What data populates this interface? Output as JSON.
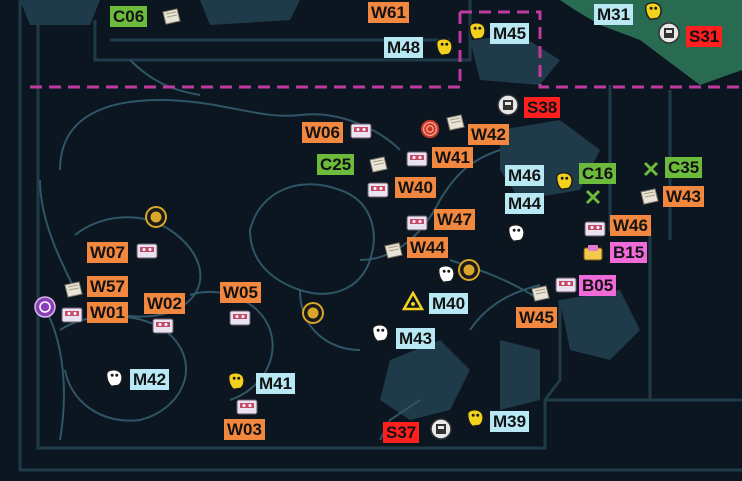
{
  "colors": {
    "background": "#0b1620",
    "wall": "#1f3a48",
    "wall_light": "#2f5566",
    "zone_boundary": "#c0399f",
    "safe_zone": "#2f7a5a",
    "W": "#f2883f",
    "M": "#b7e8f4",
    "C": "#6dbb3d",
    "S": "#ff1f1f",
    "B": "#f06bd9"
  },
  "markers": [
    {
      "id": "C06",
      "cat": "C",
      "icon": "paper-icon"
    },
    {
      "id": "W61",
      "cat": "W",
      "icon": ""
    },
    {
      "id": "M31",
      "cat": "M",
      "icon": "yellow-ghost-icon"
    },
    {
      "id": "S31",
      "cat": "S",
      "icon": "safe-icon"
    },
    {
      "id": "M45",
      "cat": "M",
      "icon": "yellow-ghost-icon"
    },
    {
      "id": "M48",
      "cat": "M",
      "icon": "yellow-ghost-icon"
    },
    {
      "id": "S38",
      "cat": "S",
      "icon": "safe-icon"
    },
    {
      "id": "W06",
      "cat": "W",
      "icon": "cassette-icon"
    },
    {
      "id": "W42",
      "cat": "W",
      "icon": "paper-icon"
    },
    {
      "id": "W41",
      "cat": "W",
      "icon": "cassette-icon"
    },
    {
      "id": "C25",
      "cat": "C",
      "icon": "paper-icon"
    },
    {
      "id": "W40",
      "cat": "W",
      "icon": "cassette-icon"
    },
    {
      "id": "M46",
      "cat": "M",
      "icon": "yellow-ghost-icon"
    },
    {
      "id": "C16",
      "cat": "C",
      "icon": "green-cross-icon"
    },
    {
      "id": "C35",
      "cat": "C",
      "icon": "green-cross-icon"
    },
    {
      "id": "W43",
      "cat": "W",
      "icon": "paper-icon"
    },
    {
      "id": "M44",
      "cat": "M",
      "icon": "white-ghost-icon"
    },
    {
      "id": "W47",
      "cat": "W",
      "icon": "cassette-icon"
    },
    {
      "id": "W46",
      "cat": "W",
      "icon": "cassette-icon"
    },
    {
      "id": "B15",
      "cat": "B",
      "icon": "box-icon"
    },
    {
      "id": "W07",
      "cat": "W",
      "icon": "cassette-icon"
    },
    {
      "id": "W44",
      "cat": "W",
      "icon": "paper-icon"
    },
    {
      "id": "W57",
      "cat": "W",
      "icon": "paper-icon"
    },
    {
      "id": "W01",
      "cat": "W",
      "icon": "cassette-icon"
    },
    {
      "id": "W02",
      "cat": "W",
      "icon": "cassette-icon"
    },
    {
      "id": "W05",
      "cat": "W",
      "icon": "cassette-icon"
    },
    {
      "id": "M40",
      "cat": "M",
      "icon": "triangle-icon"
    },
    {
      "id": "B05",
      "cat": "B",
      "icon": "cassette-icon"
    },
    {
      "id": "W45",
      "cat": "W",
      "icon": "paper-icon"
    },
    {
      "id": "M43",
      "cat": "M",
      "icon": "white-ghost-icon"
    },
    {
      "id": "M42",
      "cat": "M",
      "icon": "white-ghost-icon"
    },
    {
      "id": "M41",
      "cat": "M",
      "icon": "yellow-ghost-icon"
    },
    {
      "id": "W03",
      "cat": "W",
      "icon": "cassette-icon"
    },
    {
      "id": "S37",
      "cat": "S",
      "icon": "safe-icon"
    },
    {
      "id": "M39",
      "cat": "M",
      "icon": "yellow-ghost-icon"
    }
  ],
  "extra_icons": [
    {
      "icon": "target-icon"
    },
    {
      "icon": "coin-icon"
    },
    {
      "icon": "coin-icon"
    },
    {
      "icon": "coin-icon"
    },
    {
      "icon": "white-ghost-icon"
    },
    {
      "icon": "purple-portal-icon"
    }
  ]
}
